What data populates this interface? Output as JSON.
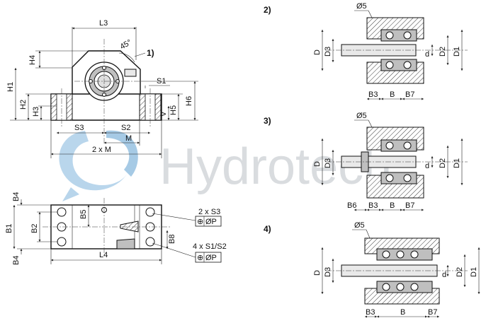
{
  "watermark": {
    "text": "Hydrotech",
    "color": "#3a8fc8"
  },
  "front_view": {
    "dims": {
      "L3": "L3",
      "H4": "H4",
      "H1": "H1",
      "H2": "H2",
      "H3": "H3",
      "H5": "H5",
      "H6": "H6",
      "S1": "S1",
      "S2": "S2",
      "S3": "S3",
      "V": "V",
      "M": "M",
      "twoXM": "2 x M",
      "angle": "45°"
    },
    "callout": "1)"
  },
  "bottom_view": {
    "dims": {
      "B4a": "B4",
      "B4b": "B4",
      "B1": "B1",
      "B2": "B2",
      "B5": "B5",
      "B8": "B8",
      "L4": "L4"
    },
    "note1": "2 x S3",
    "note2": "4 x S1/S2",
    "tol_symbol": "⊕",
    "tol_value": "ØP"
  },
  "section2": {
    "label": "2)",
    "dims": {
      "d5": "Ø5",
      "D": "D",
      "D3": "D3",
      "d": "d",
      "D2": "D2",
      "D1": "D1",
      "B3": "B3",
      "B": "B",
      "B7": "B7"
    }
  },
  "section3": {
    "label": "3)",
    "dims": {
      "d5": "Ø5",
      "D": "D",
      "D3": "D3",
      "d": "d",
      "D2": "D2",
      "D1": "D1",
      "B6": "B6",
      "B3": "B3",
      "B": "B",
      "B7": "B7"
    }
  },
  "section4": {
    "label": "4)",
    "dims": {
      "d5": "Ø5",
      "D": "D",
      "D3": "D3",
      "d": "d",
      "D2": "D2",
      "D1": "D1",
      "B3": "B3",
      "B": "B",
      "B7": "B7"
    }
  }
}
